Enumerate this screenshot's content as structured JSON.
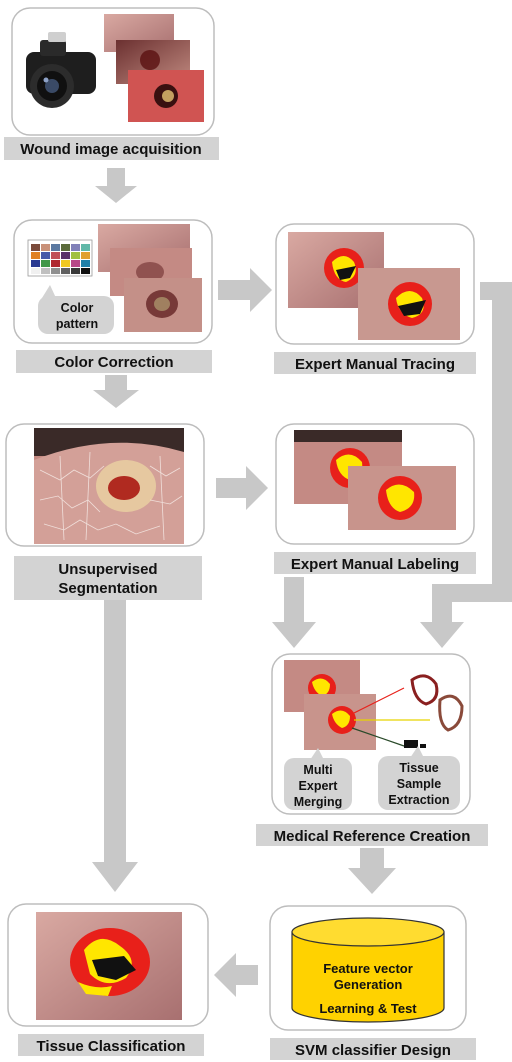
{
  "labels": {
    "acquisition": "Wound image acquisition",
    "color_correction": "Color  Correction",
    "manual_tracing": "Expert Manual Tracing",
    "segmentation_1": "Unsupervised",
    "segmentation_2": "Segmentation",
    "manual_labeling": "Expert Manual Labeling",
    "reference_creation": "Medical Reference Creation",
    "tissue_classification": "Tissue Classification",
    "svm_design": "SVM classifier Design"
  },
  "callouts": {
    "color_pattern_1": "Color",
    "color_pattern_2": "pattern",
    "multi_expert_1": "Multi",
    "multi_expert_2": "Expert",
    "multi_expert_3": "Merging",
    "tissue_sample_1": "Tissue",
    "tissue_sample_2": "Sample",
    "tissue_sample_3": "Extraction"
  },
  "cylinder": {
    "line1": "Feature vector",
    "line2": "Generation",
    "line3": "Learning & Test"
  },
  "colors": {
    "label_bar": "#d3d3d3",
    "arrow": "#c8c8c8",
    "panel_border": "#bdbdbd",
    "cylinder_fill": "#ffd200",
    "wound_red": "#e8201a",
    "wound_yellow": "#ffe600",
    "skin": "#c89088"
  }
}
